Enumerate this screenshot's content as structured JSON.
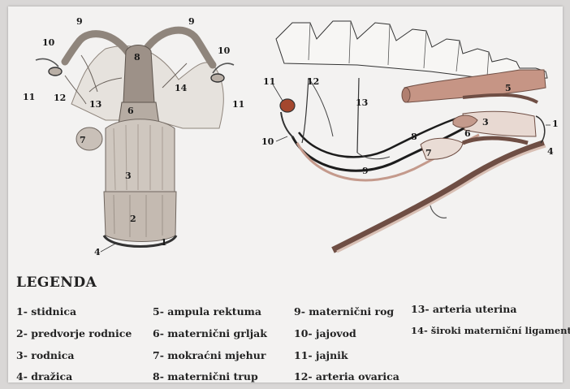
{
  "labels": {
    "left": {
      "n1": "1",
      "n2": "2",
      "n3": "3",
      "n4": "4",
      "n6": "6",
      "n7": "7",
      "n8": "8",
      "n9a": "9",
      "n9b": "9",
      "n10a": "10",
      "n10b": "10",
      "n11a": "11",
      "n11b": "11",
      "n12": "12",
      "n13": "13",
      "n14": "14"
    },
    "right": {
      "n1": "1",
      "n3": "3",
      "n4": "4",
      "n5": "5",
      "n6": "6",
      "n7": "7",
      "n8": "8",
      "n9": "9",
      "n10": "10",
      "n11": "11",
      "n12": "12",
      "n13": "13"
    }
  },
  "legend": {
    "title": "LEGENDA",
    "items": [
      "1- stidnica",
      "2- predvorje rodnice",
      "3- rodnica",
      "4- dražica",
      "5- ampula rektuma",
      "6- maternični grljak",
      "7- mokraćni mjehur",
      "8- maternični trup",
      "9- maternični rog",
      "10- jajovod",
      "11- jajnik",
      "12- arteria ovarica",
      "13- arteria uterina",
      "14- široki materniční ligament"
    ]
  },
  "colors": {
    "tissue": "#bdb5ae",
    "tissue_dark": "#8f857c",
    "muscle": "#c9a294",
    "vessel": "#2b2b2b",
    "ovary": "#a4472e"
  }
}
